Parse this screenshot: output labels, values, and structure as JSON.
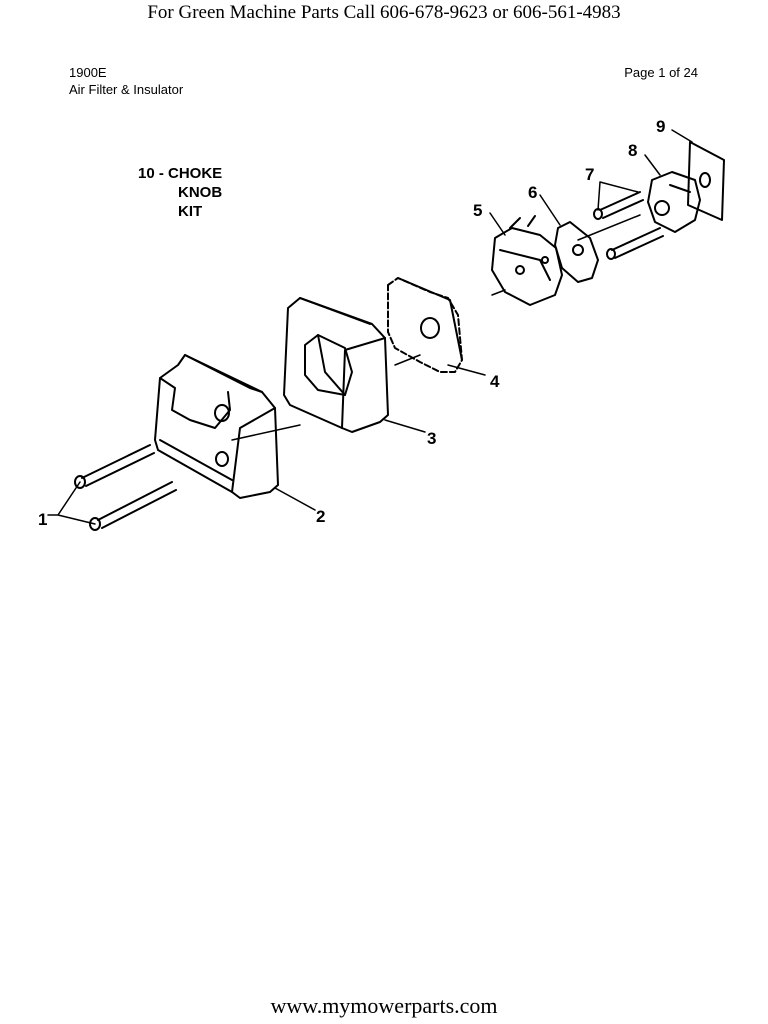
{
  "header": {
    "banner": "For Green Machine Parts Call 606-678-9623 or 606-561-4983",
    "model": "1900E",
    "section": "Air Filter & Insulator",
    "page": "Page 1 of 24"
  },
  "diagram": {
    "kit_label": [
      "10 - CHOKE",
      "KNOB",
      "KIT"
    ],
    "callouts": [
      "1",
      "2",
      "3",
      "4",
      "5",
      "6",
      "7",
      "8",
      "9"
    ]
  },
  "footer": {
    "url": "www.mymowerparts.com"
  }
}
